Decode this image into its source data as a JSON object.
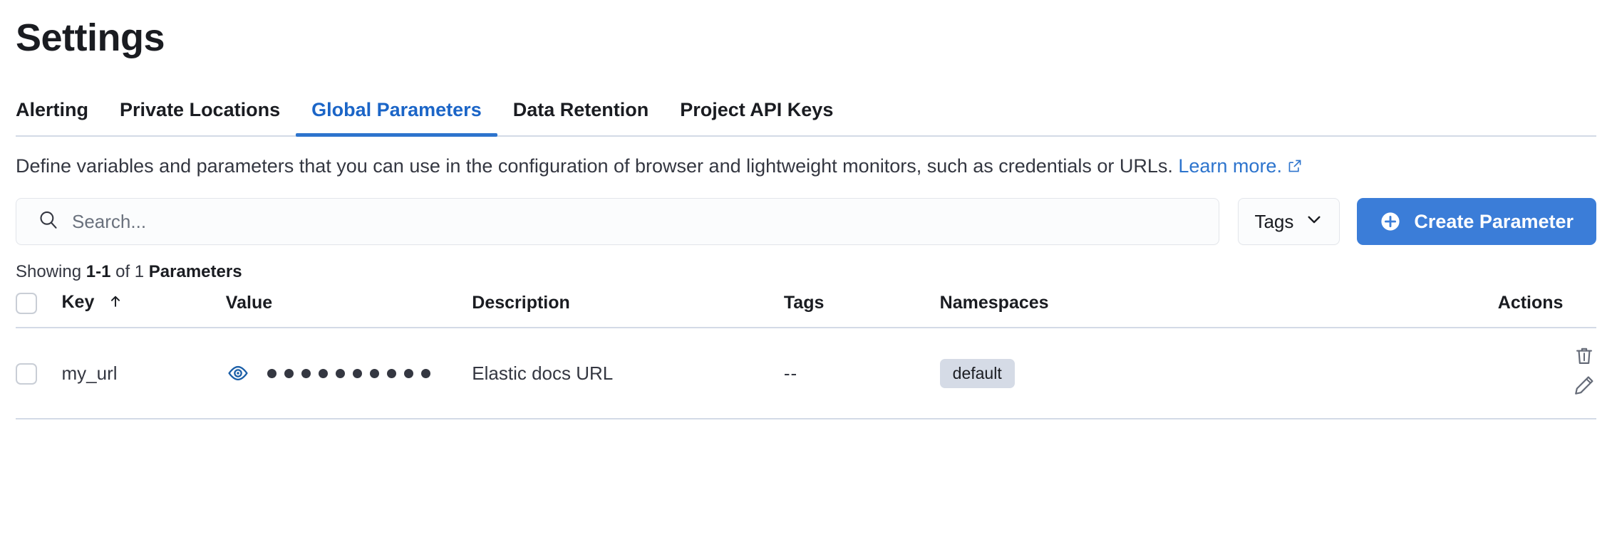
{
  "page": {
    "title": "Settings"
  },
  "tabs": [
    {
      "label": "Alerting",
      "active": false
    },
    {
      "label": "Private Locations",
      "active": false
    },
    {
      "label": "Global Parameters",
      "active": true
    },
    {
      "label": "Data Retention",
      "active": false
    },
    {
      "label": "Project API Keys",
      "active": false
    }
  ],
  "description": {
    "text": "Define variables and parameters that you can use in the configuration of browser and lightweight monitors, such as credentials or URLs. ",
    "link_label": "Learn more.",
    "external_icon": "external-link-icon"
  },
  "controls": {
    "search_placeholder": "Search...",
    "search_value": "",
    "search_icon": "search-icon",
    "tags_label": "Tags",
    "tags_chevron": "chevron-down-icon",
    "create_label": "Create Parameter",
    "create_icon": "plus-circle-icon",
    "create_color": "#3b7dd8"
  },
  "results": {
    "showing_prefix": "Showing ",
    "range": "1-1",
    "of_text": " of 1 ",
    "entity": "Parameters"
  },
  "table": {
    "columns": [
      {
        "key": "select",
        "label": ""
      },
      {
        "key": "key",
        "label": "Key",
        "sort": "asc",
        "sort_icon": "arrow-up-icon"
      },
      {
        "key": "value",
        "label": "Value"
      },
      {
        "key": "description",
        "label": "Description"
      },
      {
        "key": "tags",
        "label": "Tags"
      },
      {
        "key": "namespaces",
        "label": "Namespaces"
      },
      {
        "key": "actions",
        "label": "Actions"
      }
    ],
    "rows": [
      {
        "selected": false,
        "key": "my_url",
        "value_masked": true,
        "value_mask_dots": 10,
        "value_reveal_icon": "eye-icon",
        "value_reveal_color": "#1b5fa8",
        "description": "Elastic docs URL",
        "tags": "--",
        "namespaces": [
          "default"
        ],
        "actions": [
          {
            "name": "delete-icon",
            "label": "Delete"
          },
          {
            "name": "edit-icon",
            "label": "Edit"
          }
        ]
      }
    ]
  },
  "colors": {
    "accent": "#2d74cd",
    "link": "#2d74cd",
    "text": "#1a1c21",
    "muted_text": "#343741",
    "border": "#d3dae6",
    "badge_bg": "#d5dbe6"
  }
}
